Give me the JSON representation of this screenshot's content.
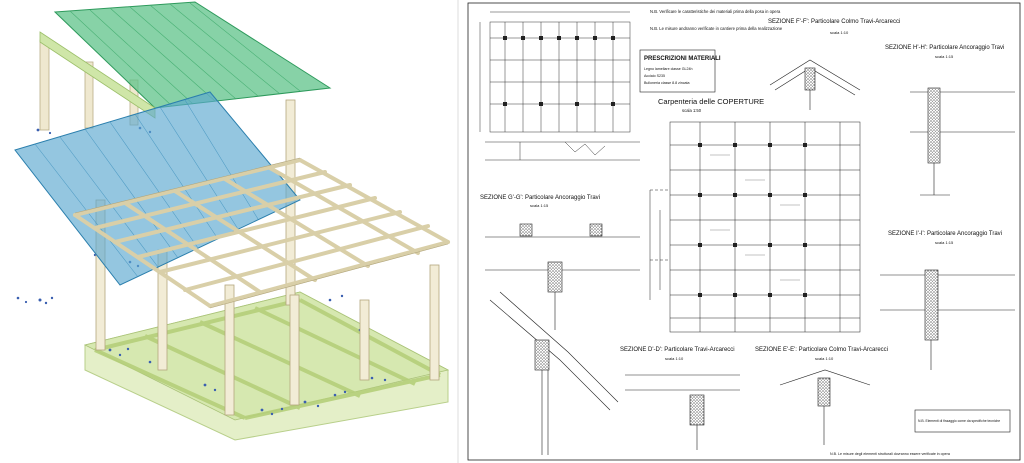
{
  "sheet": {
    "notes": [
      "N.B. Verificare le caratteristiche dei materiali prima della posa in opera",
      "N.B. Le misure andranno verificate in cantiere prima della realizzazione"
    ],
    "materials_box": {
      "title": "PRESCRIZIONI MATERIALI",
      "lines": [
        "Legno lamellare classe GL24h",
        "Acciaio S235",
        "Bulloneria classe 8.8 zincata"
      ]
    },
    "plan_title": "Carpenteria delle COPERTURE",
    "plan_scale": "scala 1:50",
    "sections": [
      {
        "title": "SEZIONE F'-F': Particolare Colmo Travi-Arcarecci",
        "scale": "scala 1:10"
      },
      {
        "title": "SEZIONE H'-H': Particolare Ancoraggio Travi",
        "scale": "scala 1:15"
      },
      {
        "title": "SEZIONE G'-G': Particolare Ancoraggio Travi",
        "scale": "scala 1:15"
      },
      {
        "title": "SEZIONE I'-I': Particolare Ancoraggio Travi",
        "scale": "scala 1:15"
      },
      {
        "title": "SEZIONE D'-D': Particolare Travi-Arcarecci",
        "scale": "scala 1:10"
      },
      {
        "title": "SEZIONE E'-E': Particolare Colmo Travi-Arcarecci",
        "scale": "scala 1:10"
      }
    ],
    "footer_note": "N.B. Le misure degli elementi strutturali dovranno essere verificate in opera",
    "legend_box": "N.B. Elementi di fissaggio come da specifiche tecniche"
  }
}
